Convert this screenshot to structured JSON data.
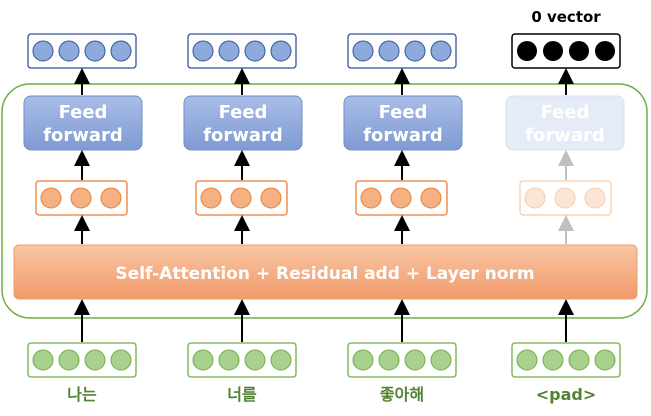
{
  "diagram": {
    "output_label": "0 vector",
    "ffn_label_line1": "Feed",
    "ffn_label_line2": "forward",
    "attention_label": "Self-Attention + Residual add + Layer norm",
    "token_labels": [
      "나는",
      "너를",
      "좋아해",
      "<pad>"
    ],
    "colors": {
      "output_blue": "#8EA9DB",
      "output_border": "#2F5597",
      "zero_vector": "#000000",
      "ffn_fill": "#8EA9DB",
      "ffn_text": "#ffffff",
      "hidden_orange": "#F4B183",
      "hidden_border": "#ED7D31",
      "attention_fill": "#F4B183",
      "input_green": "#A9D18E",
      "input_border": "#70AD47",
      "token_text": "#548235",
      "frame": "#70AD47",
      "arrow": "#000000",
      "arrow_faded": "#BFBFBF"
    }
  }
}
